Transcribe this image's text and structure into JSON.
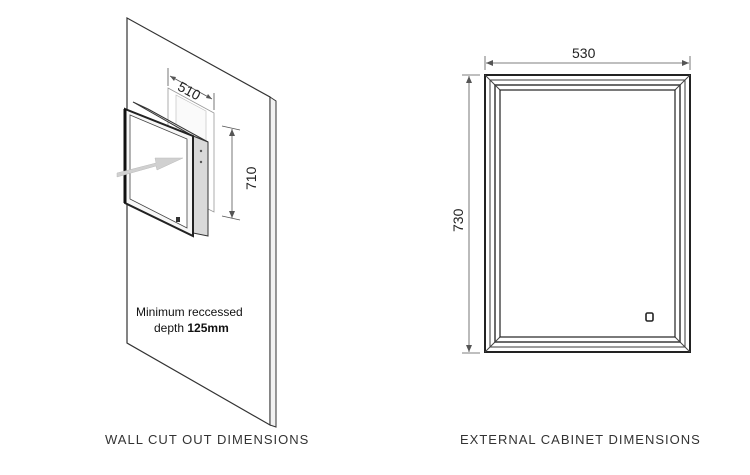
{
  "left_view": {
    "caption": "WALL CUT OUT DIMENSIONS",
    "width_dim": "510",
    "height_dim": "710",
    "note_line1": "Minimum reccessed",
    "note_line2_prefix": "depth ",
    "note_line2_bold": "125mm"
  },
  "right_view": {
    "caption": "EXTERNAL CABINET DIMENSIONS",
    "width_dim": "530",
    "height_dim": "730"
  },
  "colors": {
    "line": "#333333",
    "frame_dark": "#3a3a3a",
    "arrow_light": "#c8c8c8"
  }
}
